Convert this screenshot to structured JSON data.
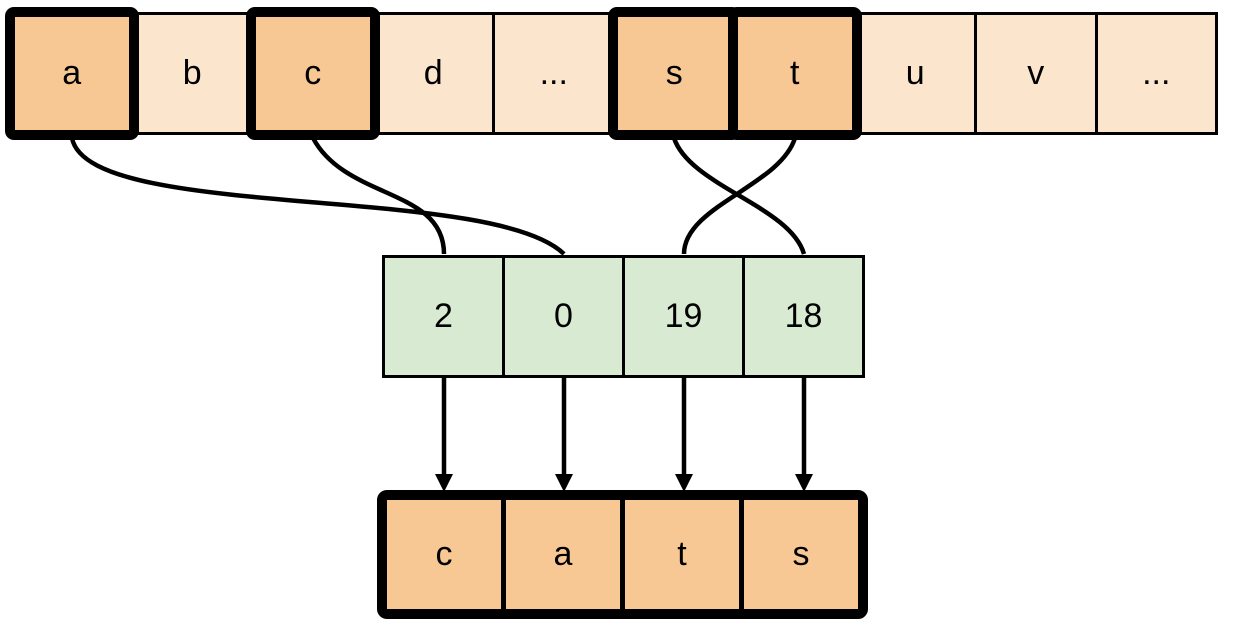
{
  "figure": {
    "title": "array-indexing-diagram-spelling-cats",
    "colors": {
      "cell_light": "#fce5cd",
      "cell_highlight": "#f8c894",
      "cell_index_green": "#d9ead3",
      "stroke": "#000000",
      "background": "#ffffff"
    },
    "alphabet_row": {
      "cells": [
        {
          "label": "a",
          "highlighted": true
        },
        {
          "label": "b",
          "highlighted": false
        },
        {
          "label": "c",
          "highlighted": true
        },
        {
          "label": "d",
          "highlighted": false
        },
        {
          "label": "...",
          "highlighted": false
        },
        {
          "label": "s",
          "highlighted": true
        },
        {
          "label": "t",
          "highlighted": true
        },
        {
          "label": "u",
          "highlighted": false
        },
        {
          "label": "v",
          "highlighted": false
        },
        {
          "label": "...",
          "highlighted": false
        }
      ]
    },
    "index_row": {
      "cells": [
        {
          "label": "2"
        },
        {
          "label": "0"
        },
        {
          "label": "19"
        },
        {
          "label": "18"
        }
      ]
    },
    "result_row": {
      "cells": [
        {
          "label": "c"
        },
        {
          "label": "a"
        },
        {
          "label": "t"
        },
        {
          "label": "s"
        }
      ]
    },
    "connections": [
      {
        "from_letter": "a",
        "to_index_value": "0"
      },
      {
        "from_letter": "c",
        "to_index_value": "2"
      },
      {
        "from_letter": "s",
        "to_index_value": "18"
      },
      {
        "from_letter": "t",
        "to_index_value": "19"
      }
    ]
  }
}
